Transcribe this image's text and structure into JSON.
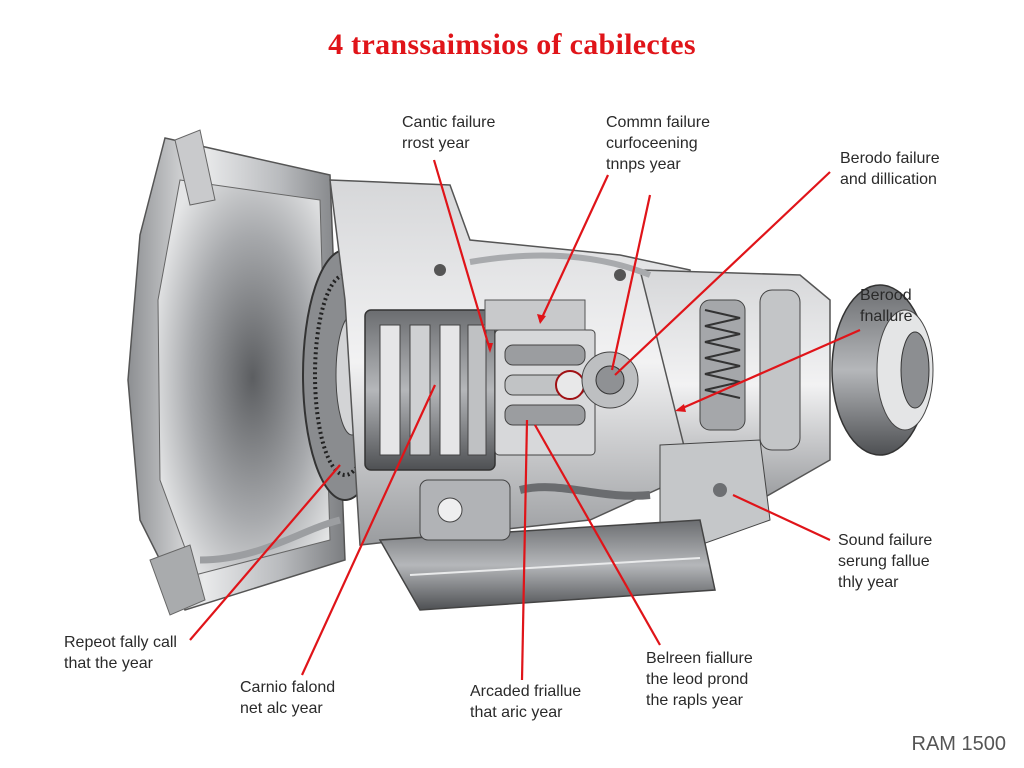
{
  "title": "4 transsaimsios of cabilectes",
  "brand": "RAM 1500",
  "accent_color": "#e01419",
  "callouts": [
    {
      "id": "cantic",
      "lines": [
        "Cantic failure",
        "rrost year"
      ]
    },
    {
      "id": "common",
      "lines": [
        "Commn failure",
        "curfoceening",
        "tnnps year"
      ]
    },
    {
      "id": "berodo",
      "lines": [
        "Berodo failure",
        "and dillication"
      ]
    },
    {
      "id": "berood",
      "lines": [
        "Berood",
        "fnallure"
      ]
    },
    {
      "id": "sound",
      "lines": [
        "Sound failure",
        "serung fallue",
        "thly year"
      ]
    },
    {
      "id": "belreen",
      "lines": [
        "Belreen fiallure",
        "the leod prond",
        "the rapls year"
      ]
    },
    {
      "id": "arcaded",
      "lines": [
        "Arcaded friallue",
        "that aric year"
      ]
    },
    {
      "id": "carnio",
      "lines": [
        "Carnio falond",
        "net alc year"
      ]
    },
    {
      "id": "repeot",
      "lines": [
        "Repeot fally call",
        "that the year"
      ]
    }
  ]
}
